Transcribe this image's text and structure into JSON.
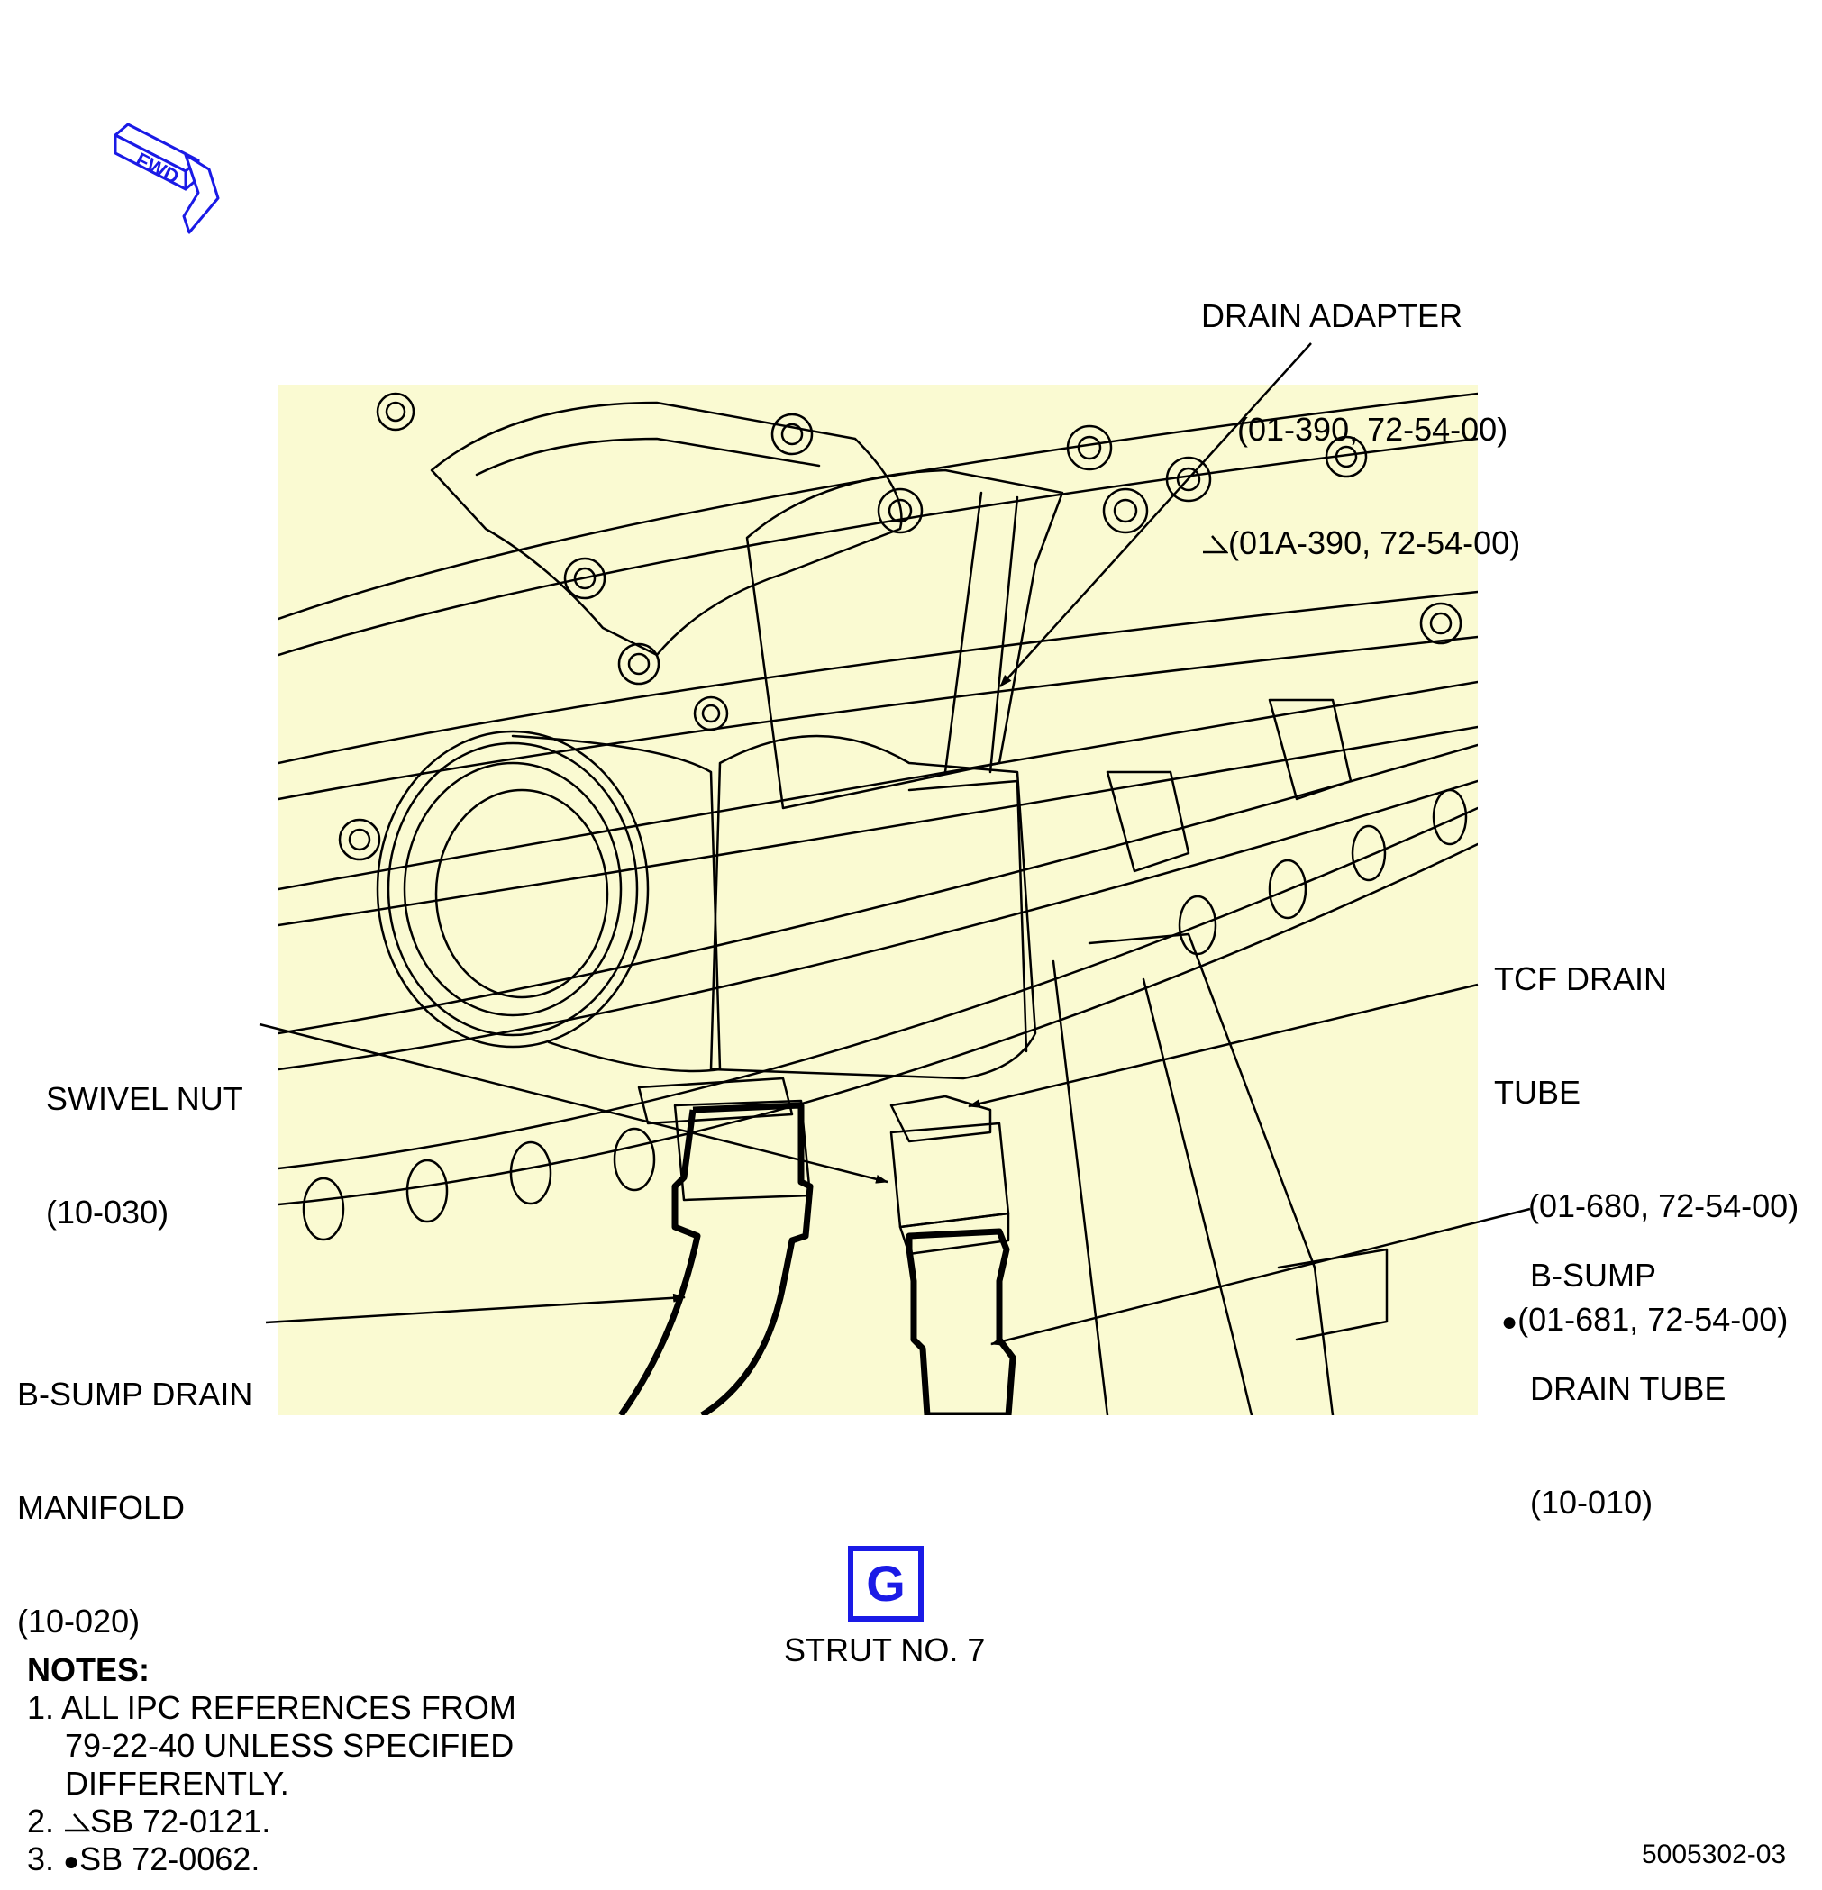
{
  "orientation": {
    "label": "FWD",
    "arrow_color": "#1a1ae6"
  },
  "callouts": {
    "drain_adapter": {
      "name": "DRAIN ADAPTER",
      "ref1": "(01-390, 72-54-00)",
      "ref2": "(01A-390, 72-54-00)",
      "ref2_symbol": "triangle-flag-icon"
    },
    "tcf_drain_tube": {
      "name_line1": "TCF DRAIN",
      "name_line2": "TUBE",
      "ref1": "(01-680, 72-54-00)",
      "ref2": "(01-681, 72-54-00)",
      "ref2_symbol": "●"
    },
    "swivel_nut": {
      "name": "SWIVEL NUT",
      "ref": "(10-030)"
    },
    "b_sump_drain_tube": {
      "name_line1": "B-SUMP",
      "name_line2": "DRAIN TUBE",
      "ref": "(10-010)"
    },
    "b_sump_drain_manifold": {
      "name_line1": "B-SUMP DRAIN",
      "name_line2": "MANIFOLD",
      "ref": "(10-020)"
    }
  },
  "view": {
    "letter": "G",
    "caption": "STRUT NO. 7",
    "color": "#1a1ae6"
  },
  "notes": {
    "heading": "NOTES:",
    "items": [
      {
        "num": "1.",
        "lines": [
          "ALL IPC REFERENCES FROM",
          "79-22-40 UNLESS SPECIFIED",
          "DIFFERENTLY."
        ]
      },
      {
        "num": "2.",
        "symbol": "triangle-flag-icon",
        "text": "SB 72-0121."
      },
      {
        "num": "3.",
        "symbol": "●",
        "text": "SB 72-0062."
      }
    ]
  },
  "figure_number": "5005302-03",
  "illustration_background": "#fafad2"
}
